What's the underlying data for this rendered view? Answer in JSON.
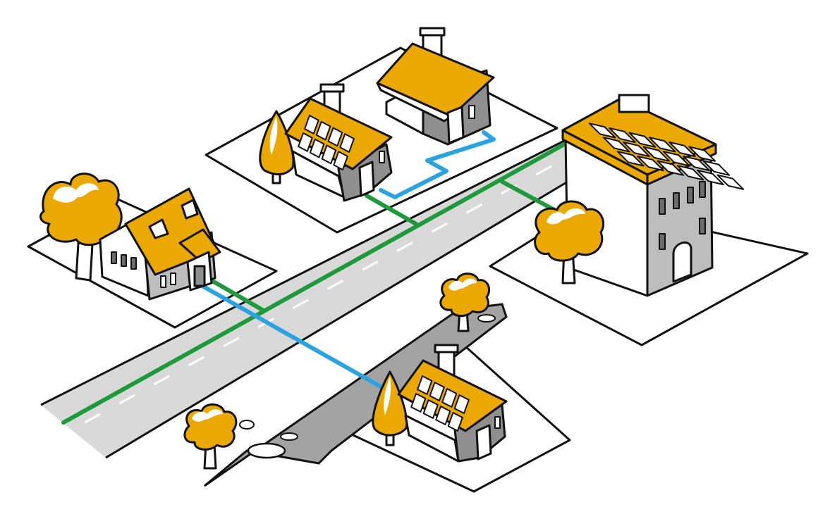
{
  "colors": {
    "outline": "#111111",
    "roof": "#eaa800",
    "roof_dark": "#c98a00",
    "wall_light": "#ffffff",
    "wall_gray": "#8f8f8f",
    "wall_mid": "#bdbdbd",
    "wall_dark": "#6c6c6c",
    "road": "#d9d9d9",
    "road_dash": "#ffffff",
    "path": "#a3a3a3",
    "power_line": "#1e9a3c",
    "water_line": "#2ba3e0",
    "solar_panel": "#ffffff",
    "lot": "#ffffff"
  },
  "scene": {
    "kind": "isometric neighborhood illustration",
    "houses": [
      {
        "name": "left-house",
        "type": "house",
        "solar_panels": false,
        "roof_windows": true
      },
      {
        "name": "center-solar-house",
        "type": "house",
        "solar_panels": true
      },
      {
        "name": "back-house",
        "type": "house",
        "solar_panels": false
      },
      {
        "name": "apartment-building",
        "type": "apartment",
        "solar_panels": true
      },
      {
        "name": "front-solar-house",
        "type": "house",
        "solar_panels": true
      }
    ],
    "utility_lines": [
      {
        "name": "power-line",
        "color_key": "power_line"
      },
      {
        "name": "water-line",
        "color_key": "water_line"
      }
    ]
  }
}
